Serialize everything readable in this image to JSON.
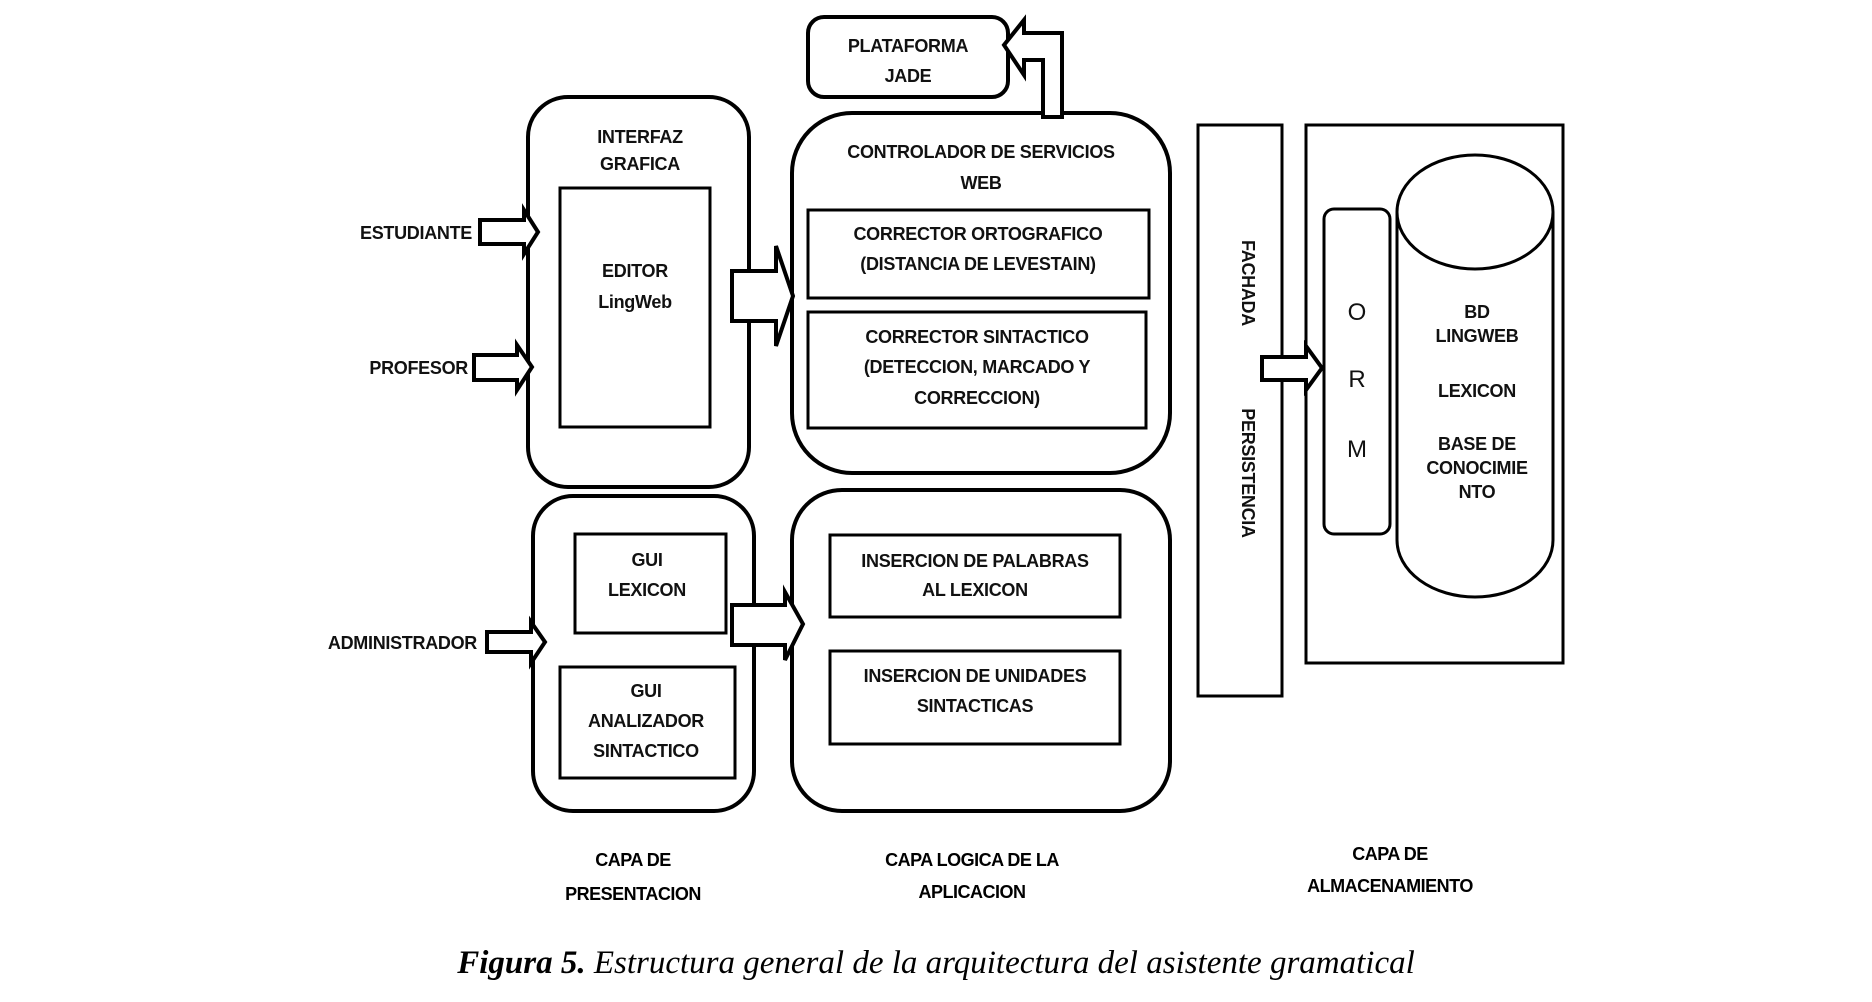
{
  "figure": {
    "caption_label": "Figura 5.",
    "caption_text": " Estructura general de la arquitectura del asistente gramatical"
  },
  "actors": {
    "estudiante": "ESTUDIANTE",
    "profesor": "PROFESOR",
    "administrador": "ADMINISTRADOR"
  },
  "external": {
    "jade": [
      "PLATAFORMA",
      "JADE"
    ]
  },
  "presentation": {
    "top_box": {
      "title": [
        "INTERFAZ",
        "GRAFICA"
      ],
      "editor": [
        "EDITOR",
        "LingWeb"
      ]
    },
    "bottom_box": {
      "gui_lexicon": [
        "GUI",
        "LEXICON"
      ],
      "gui_analizador": [
        "GUI",
        "ANALIZADOR",
        "SINTACTICO"
      ]
    }
  },
  "logic": {
    "top_box": {
      "title": [
        "CONTROLADOR DE SERVICIOS",
        "WEB"
      ],
      "corrector_ortografico": [
        "CORRECTOR ORTOGRAFICO",
        "(DISTANCIA DE LEVESTAIN)"
      ],
      "corrector_sintactico": [
        "CORRECTOR SINTACTICO",
        "(DETECCION, MARCADO Y",
        "CORRECCION)"
      ]
    },
    "bottom_box": {
      "insercion_palabras": [
        "INSERCION DE PALABRAS",
        "AL LEXICON"
      ],
      "insercion_unidades": [
        "INSERCION DE  UNIDADES",
        "SINTACTICAS"
      ]
    }
  },
  "storage": {
    "facade": [
      "FACHADA",
      "PERSISTENCIA"
    ],
    "orm": [
      "O",
      "R",
      "M"
    ],
    "database": [
      "BD",
      "LINGWEB",
      "LEXICON",
      "BASE DE",
      "CONOCIMIE",
      "NTO"
    ]
  },
  "layers": {
    "presentation": [
      "CAPA DE",
      "PRESENTACION"
    ],
    "logic": [
      "CAPA LOGICA DE LA",
      "APLICACION"
    ],
    "storage": [
      "CAPA DE",
      "ALMACENAMIENTO"
    ]
  }
}
